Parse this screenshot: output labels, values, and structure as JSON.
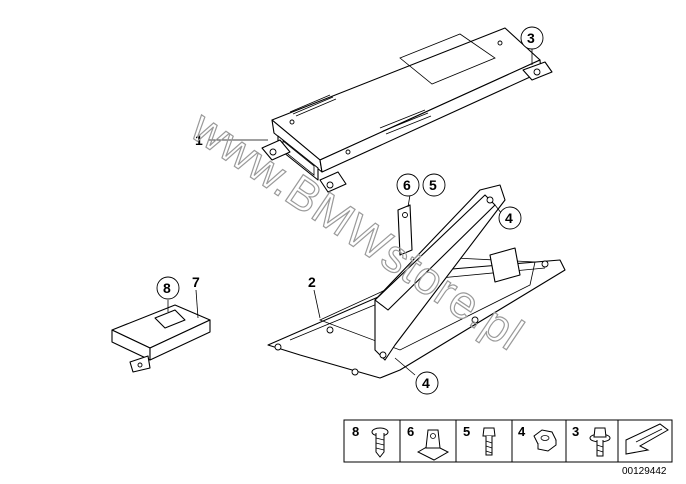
{
  "watermark": "www.BMWstore.pl",
  "document_number": "00129442",
  "callouts": [
    {
      "id": "c1",
      "label": "1"
    },
    {
      "id": "c3",
      "label": "3"
    },
    {
      "id": "c6",
      "label": "6"
    },
    {
      "id": "c5",
      "label": "5"
    },
    {
      "id": "c4a",
      "label": "4"
    },
    {
      "id": "c2",
      "label": "2"
    },
    {
      "id": "c8",
      "label": "8"
    },
    {
      "id": "c7",
      "label": "7"
    },
    {
      "id": "c4b",
      "label": "4"
    }
  ],
  "legend": [
    {
      "label": "8",
      "icon": "screw-icon"
    },
    {
      "label": "6",
      "icon": "clip-nut-icon"
    },
    {
      "label": "5",
      "icon": "bolt-icon"
    },
    {
      "label": "4",
      "icon": "hex-nut-icon"
    },
    {
      "label": "3",
      "icon": "flange-screw-icon"
    }
  ],
  "legend_arrow_icon": "arrow-icon"
}
